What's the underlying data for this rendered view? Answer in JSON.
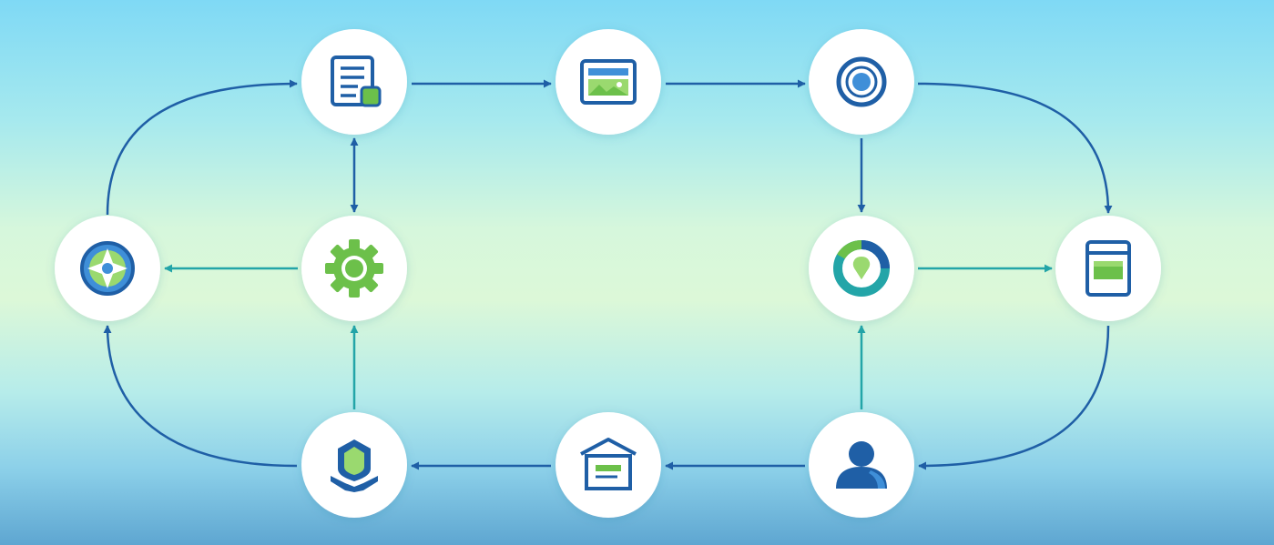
{
  "diagram": {
    "colors": {
      "blue": "#1f5fa6",
      "teal": "#23a5a8",
      "green": "#6cc04a",
      "light_green": "#9ad96f",
      "sky": "#3f8fd8",
      "node_fill": "#ffffff"
    },
    "nodes": [
      {
        "id": "document",
        "icon": "document-icon"
      },
      {
        "id": "browser",
        "icon": "browser-window-icon"
      },
      {
        "id": "target",
        "icon": "target-icon"
      },
      {
        "id": "compass",
        "icon": "compass-icon"
      },
      {
        "id": "gear",
        "icon": "gear-icon"
      },
      {
        "id": "donut",
        "icon": "donut-chart-icon"
      },
      {
        "id": "panel",
        "icon": "panel-window-icon"
      },
      {
        "id": "shield",
        "icon": "shield-book-icon"
      },
      {
        "id": "box",
        "icon": "package-box-icon"
      },
      {
        "id": "user",
        "icon": "user-icon"
      }
    ],
    "edges": [
      {
        "from": "compass",
        "to": "document",
        "color": "blue"
      },
      {
        "from": "document",
        "to": "browser",
        "color": "blue"
      },
      {
        "from": "browser",
        "to": "target",
        "color": "blue"
      },
      {
        "from": "target",
        "to": "panel",
        "color": "blue"
      },
      {
        "from": "target",
        "to": "donut",
        "color": "blue"
      },
      {
        "from": "document",
        "to": "gear",
        "color": "blue",
        "bidirectional": true
      },
      {
        "from": "gear",
        "to": "compass",
        "color": "teal"
      },
      {
        "from": "donut",
        "to": "panel",
        "color": "teal"
      },
      {
        "from": "shield",
        "to": "gear",
        "color": "teal"
      },
      {
        "from": "user",
        "to": "donut",
        "color": "teal"
      },
      {
        "from": "panel",
        "to": "user",
        "color": "blue"
      },
      {
        "from": "user",
        "to": "box",
        "color": "blue"
      },
      {
        "from": "box",
        "to": "shield",
        "color": "blue"
      },
      {
        "from": "shield",
        "to": "compass",
        "color": "blue"
      }
    ]
  }
}
